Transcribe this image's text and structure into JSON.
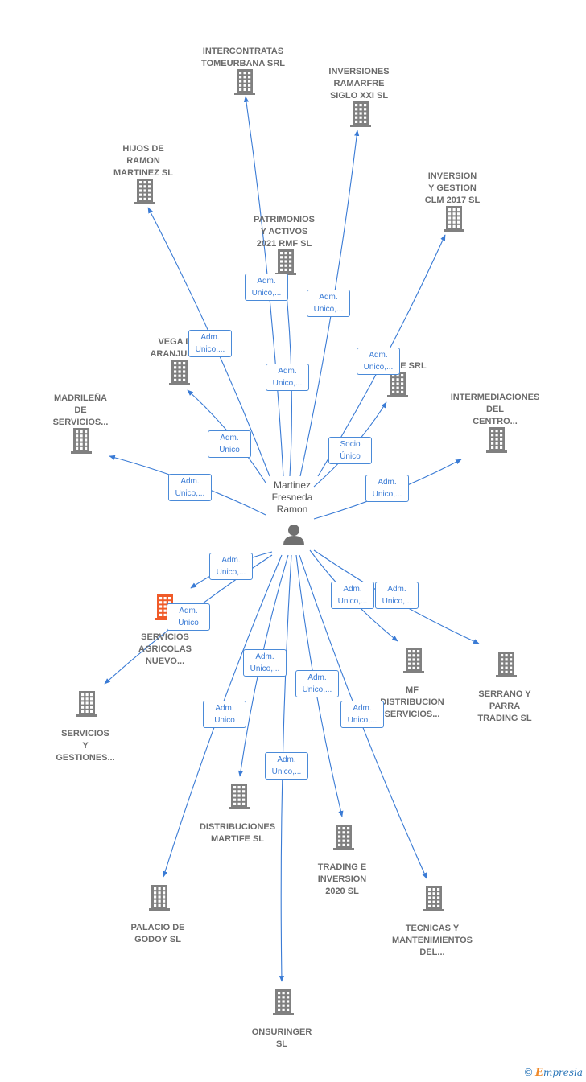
{
  "center": {
    "name_lines": [
      "Martinez",
      "Fresneda",
      "Ramon"
    ],
    "icon": "person-icon"
  },
  "companies": [
    {
      "id": "intercontratas",
      "lines": [
        "INTERCONTRATAS",
        "TOMEURBANA SRL"
      ],
      "highlight": false
    },
    {
      "id": "inversiones-ramarfre",
      "lines": [
        "INVERSIONES",
        "RAMARFRE",
        "SIGLO XXI  SL"
      ],
      "highlight": false
    },
    {
      "id": "hijos-de-ramon",
      "lines": [
        "HIJOS DE",
        "RAMON",
        "MARTINEZ  SL"
      ],
      "highlight": false
    },
    {
      "id": "inversion-gestion-clm",
      "lines": [
        "INVERSION",
        "Y GESTION",
        "CLM 2017  SL"
      ],
      "highlight": false
    },
    {
      "id": "patrimonios-activos",
      "lines": [
        "PATRIMONIOS",
        "Y ACTIVOS",
        "2021 RMF  SL"
      ],
      "highlight": false
    },
    {
      "id": "vega-aranjuez",
      "lines": [
        "VEGA DE",
        "ARANJUEZ..."
      ],
      "highlight": false
    },
    {
      "id": "orone",
      "lines": [
        "OROANE SRL"
      ],
      "highlight": false
    },
    {
      "id": "madrilena",
      "lines": [
        "MADRILEÑA",
        "DE",
        "SERVICIOS..."
      ],
      "highlight": false
    },
    {
      "id": "intermediaciones",
      "lines": [
        "INTERMEDIACIONES",
        "DEL",
        "CENTRO..."
      ],
      "highlight": false
    },
    {
      "id": "servicios-agricolas",
      "lines": [
        "SERVICIOS",
        "AGRICOLAS",
        "NUEVO..."
      ],
      "highlight": true
    },
    {
      "id": "servicios-gestiones",
      "lines": [
        "SERVICIOS",
        "Y",
        "GESTIONES..."
      ],
      "highlight": false
    },
    {
      "id": "mf-distribucion",
      "lines": [
        "MF",
        "DISTRIBUCION",
        "SERVICIOS..."
      ],
      "highlight": false
    },
    {
      "id": "serrano-parra",
      "lines": [
        "SERRANO Y",
        "PARRA",
        "TRADING SL"
      ],
      "highlight": false
    },
    {
      "id": "distribuciones-martife",
      "lines": [
        "DISTRIBUCIONES",
        "MARTIFE SL"
      ],
      "highlight": false
    },
    {
      "id": "trading-inversion",
      "lines": [
        "TRADING E",
        "INVERSION",
        "2020  SL"
      ],
      "highlight": false
    },
    {
      "id": "palacio-godoy",
      "lines": [
        "PALACIO DE",
        "GODOY  SL"
      ],
      "highlight": false
    },
    {
      "id": "tecnicas-mantenimientos",
      "lines": [
        "TECNICAS Y",
        "MANTENIMIENTOS",
        "DEL..."
      ],
      "highlight": false
    },
    {
      "id": "onsuringer",
      "lines": [
        "ONSURINGER",
        "SL"
      ],
      "highlight": false
    }
  ],
  "relations": [
    {
      "target": "intercontratas",
      "lines": [
        "Adm.",
        "Unico,..."
      ]
    },
    {
      "target": "inversiones-ramarfre",
      "lines": [
        "Adm.",
        "Unico,..."
      ]
    },
    {
      "target": "hijos-de-ramon",
      "lines": [
        "Adm.",
        "Unico,..."
      ]
    },
    {
      "target": "inversion-gestion-clm",
      "lines": [
        "Adm.",
        "Unico,..."
      ]
    },
    {
      "target": "patrimonios-activos",
      "lines": [
        "Adm.",
        "Unico,..."
      ]
    },
    {
      "target": "vega-aranjuez",
      "lines": [
        "Adm.",
        "Unico"
      ]
    },
    {
      "target": "orone",
      "lines": [
        "Socio",
        "Único"
      ]
    },
    {
      "target": "madrilena",
      "lines": [
        "Adm.",
        "Unico,..."
      ]
    },
    {
      "target": "intermediaciones",
      "lines": [
        "Adm.",
        "Unico,..."
      ]
    },
    {
      "target": "servicios-agricolas",
      "lines": [
        "Adm.",
        "Unico,..."
      ]
    },
    {
      "target": "servicios-gestiones",
      "lines": [
        "Adm.",
        "Unico"
      ]
    },
    {
      "target": "mf-distribucion",
      "lines": [
        "Adm.",
        "Unico,..."
      ]
    },
    {
      "target": "serrano-parra",
      "lines": [
        "Adm.",
        "Unico,..."
      ]
    },
    {
      "target": "distribuciones-martife",
      "lines": [
        "Adm.",
        "Unico,..."
      ]
    },
    {
      "target": "trading-inversion",
      "lines": [
        "Adm.",
        "Unico,..."
      ]
    },
    {
      "target": "palacio-godoy",
      "lines": [
        "Adm.",
        "Unico"
      ]
    },
    {
      "target": "tecnicas-mantenimientos",
      "lines": [
        "Adm.",
        "Unico,..."
      ]
    },
    {
      "target": "onsuringer",
      "lines": [
        "Adm.",
        "Unico,..."
      ]
    }
  ],
  "colors": {
    "edge": "#3a7bd5",
    "building": "#808080",
    "highlight": "#f05a28",
    "text": "#6b6b6b"
  },
  "footer": {
    "copyright": "©",
    "brand_e": "E",
    "brand_rest": "mpresia"
  }
}
